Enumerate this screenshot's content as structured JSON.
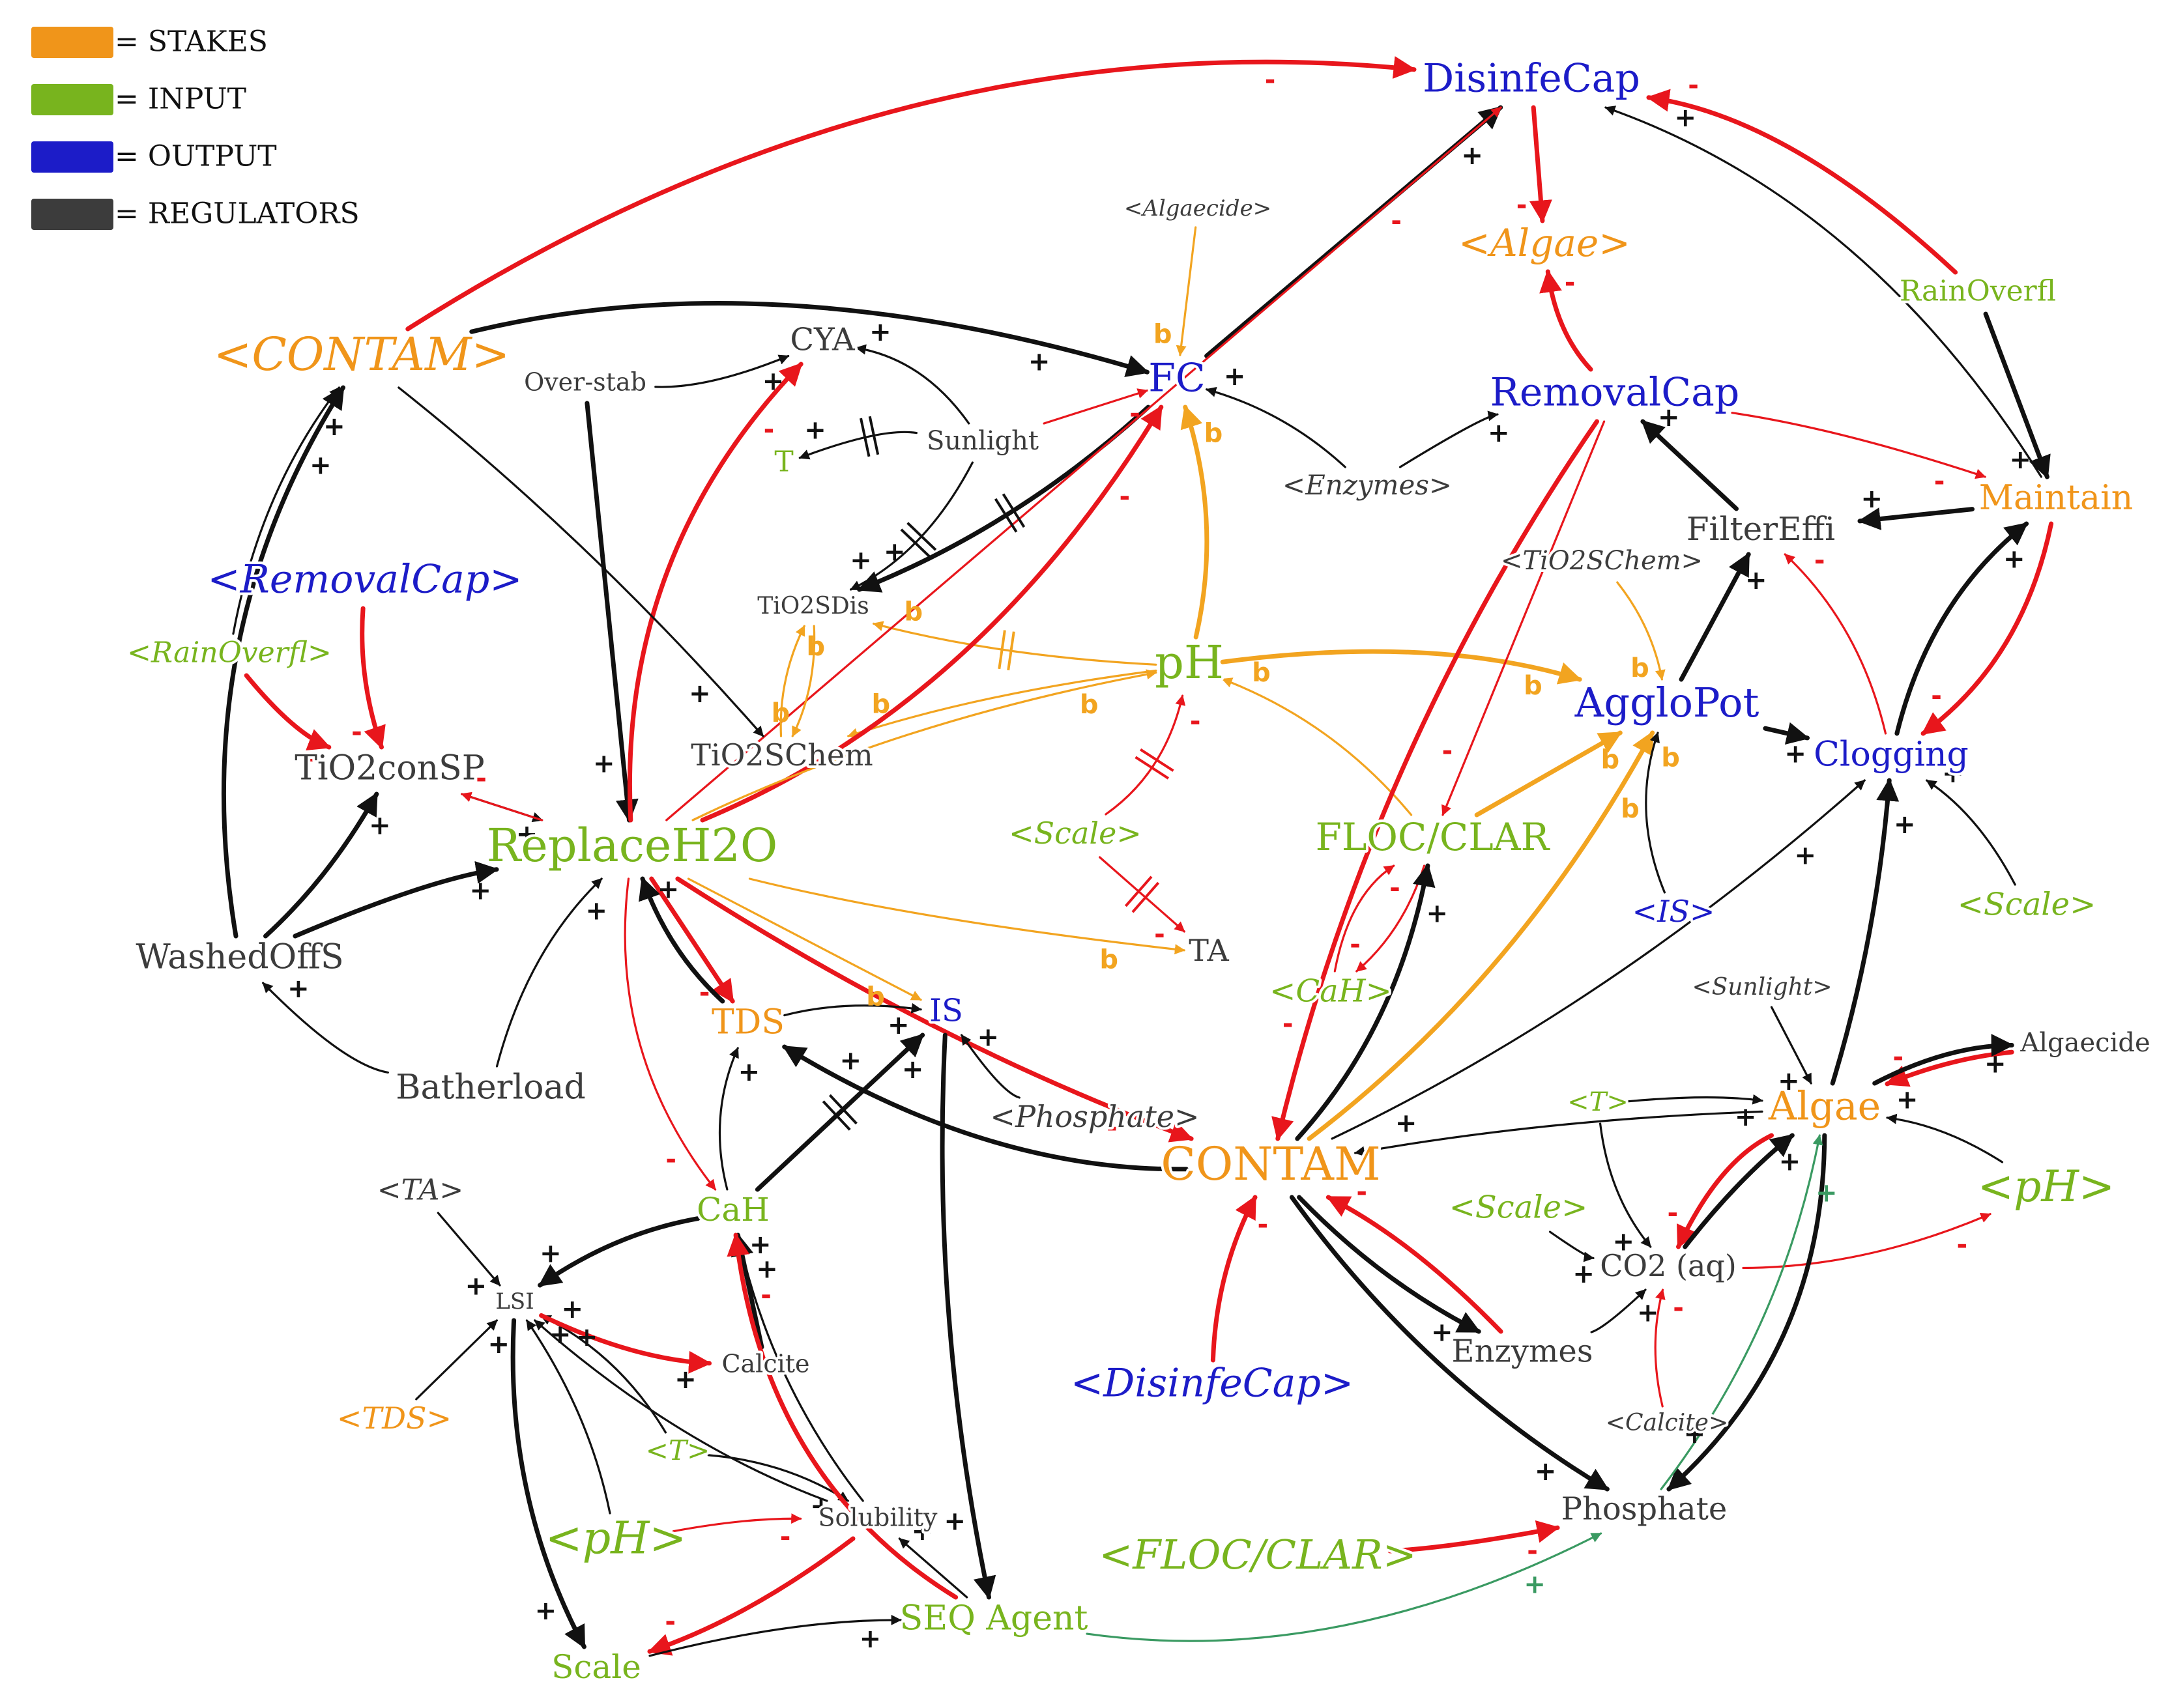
{
  "colors": {
    "stakes": "#f0951a",
    "input": "#78b41e",
    "output": "#1c1cc8",
    "regulator": "#3c3c3c",
    "red_link": "#e8161c",
    "black_link": "#111111",
    "orange_link": "#f2a420",
    "green_link": "#3a9a62"
  },
  "legend": [
    {
      "label": "= STAKES",
      "color": "#f0951a"
    },
    {
      "label": "= INPUT",
      "color": "#78b41e"
    },
    {
      "label": "= OUTPUT",
      "color": "#1c1cc8"
    },
    {
      "label": "= REGULATORS",
      "color": "#3c3c3c"
    }
  ],
  "nodes": [
    {
      "id": "disinfecap",
      "label": "DisinfeCap",
      "role": "output",
      "italic": false
    },
    {
      "id": "algae_shadow",
      "label": "<Algae>",
      "role": "stakes",
      "italic": true
    },
    {
      "id": "algaecide_shadow",
      "label": "<Algaecide>",
      "role": "regulator",
      "italic": true
    },
    {
      "id": "rainoverfl",
      "label": "RainOverfl",
      "role": "input",
      "italic": false
    },
    {
      "id": "contam_shadow",
      "label": "<CONTAM>",
      "role": "stakes",
      "italic": true
    },
    {
      "id": "overstab",
      "label": "Over-stab",
      "role": "regulator",
      "italic": false
    },
    {
      "id": "cya",
      "label": "CYA",
      "role": "regulator",
      "italic": false
    },
    {
      "id": "fc",
      "label": "FC",
      "role": "output",
      "italic": false
    },
    {
      "id": "removalcap",
      "label": "RemovalCap",
      "role": "output",
      "italic": false
    },
    {
      "id": "t",
      "label": "T",
      "role": "input",
      "italic": false
    },
    {
      "id": "sunlight",
      "label": "Sunlight",
      "role": "regulator",
      "italic": false
    },
    {
      "id": "enzymes_shadow",
      "label": "<Enzymes>",
      "role": "regulator",
      "italic": true
    },
    {
      "id": "maintain",
      "label": "Maintain",
      "role": "stakes",
      "italic": false
    },
    {
      "id": "filtereffi",
      "label": "FilterEffi",
      "role": "regulator",
      "italic": false
    },
    {
      "id": "removalcap_shadow",
      "label": "<RemovalCap>",
      "role": "output",
      "italic": true
    },
    {
      "id": "tio2sdis",
      "label": "TiO2SDis",
      "role": "regulator",
      "italic": false
    },
    {
      "id": "tio2schem_shadow",
      "label": "<TiO2SChem>",
      "role": "regulator",
      "italic": true
    },
    {
      "id": "rainoverfl_shadow",
      "label": "<RainOverfl>",
      "role": "input",
      "italic": true
    },
    {
      "id": "ph",
      "label": "pH",
      "role": "input",
      "italic": false
    },
    {
      "id": "agglopot",
      "label": "AggloPot",
      "role": "output",
      "italic": false
    },
    {
      "id": "tio2schem",
      "label": "TiO2SChem",
      "role": "regulator",
      "italic": false
    },
    {
      "id": "clogging",
      "label": "Clogging",
      "role": "output",
      "italic": false
    },
    {
      "id": "tio2consp",
      "label": "TiO2conSP",
      "role": "regulator",
      "italic": false
    },
    {
      "id": "replaceh2o",
      "label": "ReplaceH2O",
      "role": "input",
      "italic": false
    },
    {
      "id": "scale_shadow1",
      "label": "<Scale>",
      "role": "input",
      "italic": true
    },
    {
      "id": "flocclar",
      "label": "FLOC/CLAR",
      "role": "input",
      "italic": false
    },
    {
      "id": "is_shadow",
      "label": "<IS>",
      "role": "output",
      "italic": true
    },
    {
      "id": "scale_shadow2",
      "label": "<Scale>",
      "role": "input",
      "italic": true
    },
    {
      "id": "washedoffs",
      "label": "WashedOffS",
      "role": "regulator",
      "italic": false
    },
    {
      "id": "ta",
      "label": "TA",
      "role": "regulator",
      "italic": false
    },
    {
      "id": "cah_shadow",
      "label": "<CaH>",
      "role": "input",
      "italic": true
    },
    {
      "id": "sunlight_shadow",
      "label": "<Sunlight>",
      "role": "regulator",
      "italic": true
    },
    {
      "id": "tds",
      "label": "TDS",
      "role": "stakes",
      "italic": false
    },
    {
      "id": "is",
      "label": "IS",
      "role": "output",
      "italic": false
    },
    {
      "id": "algaecide",
      "label": "Algaecide",
      "role": "regulator",
      "italic": false
    },
    {
      "id": "batherload",
      "label": "Batherload",
      "role": "regulator",
      "italic": false
    },
    {
      "id": "phosphate_shadow",
      "label": "<Phosphate>",
      "role": "regulator",
      "italic": true
    },
    {
      "id": "t_shadow1",
      "label": "<T>",
      "role": "input",
      "italic": true
    },
    {
      "id": "algae",
      "label": "Algae",
      "role": "stakes",
      "italic": false
    },
    {
      "id": "contam",
      "label": "CONTAM",
      "role": "stakes",
      "italic": false
    },
    {
      "id": "ta_shadow",
      "label": "<TA>",
      "role": "regulator",
      "italic": true
    },
    {
      "id": "cah",
      "label": "CaH",
      "role": "input",
      "italic": false
    },
    {
      "id": "scale_shadow3",
      "label": "<Scale>",
      "role": "input",
      "italic": true
    },
    {
      "id": "ph_shadow1",
      "label": "<pH>",
      "role": "input",
      "italic": true
    },
    {
      "id": "co2",
      "label": "CO2 (aq)",
      "role": "regulator",
      "italic": false
    },
    {
      "id": "lsi",
      "label": "LSI",
      "role": "regulator",
      "italic": false
    },
    {
      "id": "calcite",
      "label": "Calcite",
      "role": "regulator",
      "italic": false
    },
    {
      "id": "enzymes",
      "label": "Enzymes",
      "role": "regulator",
      "italic": false
    },
    {
      "id": "disinfecap_shadow",
      "label": "<DisinfeCap>",
      "role": "output",
      "italic": true
    },
    {
      "id": "tds_shadow",
      "label": "<TDS>",
      "role": "stakes",
      "italic": true
    },
    {
      "id": "calcite_shadow",
      "label": "<Calcite>",
      "role": "regulator",
      "italic": true
    },
    {
      "id": "t_shadow2",
      "label": "<T>",
      "role": "input",
      "italic": true
    },
    {
      "id": "solubility",
      "label": "Solubility",
      "role": "regulator",
      "italic": false
    },
    {
      "id": "ph_shadow2",
      "label": "<pH>",
      "role": "input",
      "italic": true
    },
    {
      "id": "flocclar_shadow",
      "label": "<FLOC/CLAR>",
      "role": "input",
      "italic": true
    },
    {
      "id": "phosphate",
      "label": "Phosphate",
      "role": "regulator",
      "italic": false
    },
    {
      "id": "seqagent",
      "label": "SEQ Agent",
      "role": "input",
      "italic": false
    },
    {
      "id": "scale",
      "label": "Scale",
      "role": "input",
      "italic": false
    }
  ],
  "links": [
    {
      "from": "contam_shadow",
      "to": "disinfecap",
      "polarity": "-",
      "color": "red"
    },
    {
      "from": "contam_shadow",
      "to": "fc",
      "polarity": "+",
      "color": "black"
    },
    {
      "from": "fc",
      "to": "disinfecap",
      "polarity": "+",
      "color": "black"
    },
    {
      "from": "disinfecap",
      "to": "algae_shadow",
      "polarity": "-",
      "color": "red"
    },
    {
      "from": "removalcap",
      "to": "algae_shadow",
      "polarity": "-",
      "color": "red"
    },
    {
      "from": "rainoverfl",
      "to": "disinfecap",
      "polarity": "-",
      "color": "red"
    },
    {
      "from": "rainoverfl",
      "to": "maintain",
      "polarity": "+",
      "color": "black"
    },
    {
      "from": "maintain",
      "to": "disinfecap",
      "polarity": "+",
      "color": "black"
    },
    {
      "from": "algaecide_shadow",
      "to": "fc",
      "polarity": "b",
      "color": "orange"
    },
    {
      "from": "overstab",
      "to": "cya",
      "polarity": "+",
      "color": "black"
    },
    {
      "from": "overstab",
      "to": "replaceh2o",
      "polarity": "+",
      "color": "black"
    },
    {
      "from": "sunlight",
      "to": "cya",
      "polarity": "+",
      "color": "black"
    },
    {
      "from": "sunlight",
      "to": "t",
      "polarity": "+",
      "color": "black"
    },
    {
      "from": "sunlight",
      "to": "fc",
      "polarity": "-",
      "color": "red"
    },
    {
      "from": "sunlight",
      "to": "tio2sdis",
      "polarity": "+",
      "color": "black"
    },
    {
      "from": "fc",
      "to": "tio2sdis",
      "polarity": "+",
      "color": "black"
    },
    {
      "from": "enzymes_shadow",
      "to": "fc",
      "polarity": "+",
      "color": "black"
    },
    {
      "from": "enzymes_shadow",
      "to": "removalcap",
      "polarity": "+",
      "color": "black"
    },
    {
      "from": "removalcap",
      "to": "maintain",
      "polarity": "-",
      "color": "red"
    },
    {
      "from": "maintain",
      "to": "filtereffi",
      "polarity": "+",
      "color": "black"
    },
    {
      "from": "filtereffi",
      "to": "removalcap",
      "polarity": "+",
      "color": "black"
    },
    {
      "from": "ph",
      "to": "fc",
      "polarity": "b",
      "color": "orange"
    },
    {
      "from": "ph",
      "to": "tio2sdis",
      "polarity": "b",
      "color": "orange"
    },
    {
      "from": "ph",
      "to": "tio2schem",
      "polarity": "b",
      "color": "orange"
    },
    {
      "from": "ph",
      "to": "agglopot",
      "polarity": "b",
      "color": "orange"
    },
    {
      "from": "tio2schem_shadow",
      "to": "agglopot",
      "polarity": "b",
      "color": "orange"
    },
    {
      "from": "agglopot",
      "to": "filtereffi",
      "polarity": "+",
      "color": "black"
    },
    {
      "from": "agglopot",
      "to": "clogging",
      "polarity": "+",
      "color": "black"
    },
    {
      "from": "clogging",
      "to": "filtereffi",
      "polarity": "-",
      "color": "red"
    },
    {
      "from": "clogging",
      "to": "maintain",
      "polarity": "+",
      "color": "black"
    },
    {
      "from": "maintain",
      "to": "clogging",
      "polarity": "-",
      "color": "red"
    },
    {
      "from": "removalcap_shadow",
      "to": "tio2consp",
      "polarity": "-",
      "color": "red"
    },
    {
      "from": "rainoverfl_shadow",
      "to": "tio2consp",
      "polarity": "-",
      "color": "red"
    },
    {
      "from": "rainoverfl_shadow",
      "to": "contam_shadow",
      "polarity": "+",
      "color": "black"
    },
    {
      "from": "tio2consp",
      "to": "replaceh2o",
      "polarity": "+",
      "color": "black"
    },
    {
      "from": "replaceh2o",
      "to": "tio2consp",
      "polarity": "-",
      "color": "red"
    },
    {
      "from": "replaceh2o",
      "to": "cya",
      "polarity": "-",
      "color": "red"
    },
    {
      "from": "replaceh2o",
      "to": "fc",
      "polarity": "-",
      "color": "red"
    },
    {
      "from": "replaceh2o",
      "to": "ph",
      "polarity": "b",
      "color": "orange"
    },
    {
      "from": "replaceh2o",
      "to": "ta",
      "polarity": "b",
      "color": "orange"
    },
    {
      "from": "replaceh2o",
      "to": "is",
      "polarity": "b",
      "color": "orange"
    },
    {
      "from": "replaceh2o",
      "to": "tds",
      "polarity": "-",
      "color": "red"
    },
    {
      "from": "replaceh2o",
      "to": "contam",
      "polarity": "-",
      "color": "red"
    },
    {
      "from": "replaceh2o",
      "to": "cah",
      "polarity": "-",
      "color": "red"
    },
    {
      "from": "replaceh2o",
      "to": "disinfecap",
      "polarity": "-",
      "color": "red"
    },
    {
      "from": "scale_shadow1",
      "to": "ph",
      "polarity": "-",
      "color": "red"
    },
    {
      "from": "scale_shadow1",
      "to": "ta",
      "polarity": "-",
      "color": "red"
    },
    {
      "from": "flocclar",
      "to": "ph",
      "polarity": "b",
      "color": "orange"
    },
    {
      "from": "flocclar",
      "to": "agglopot",
      "polarity": "b",
      "color": "orange"
    },
    {
      "from": "removalcap",
      "to": "contam",
      "polarity": "-",
      "color": "red"
    },
    {
      "from": "removalcap",
      "to": "flocclar",
      "polarity": "-",
      "color": "red"
    },
    {
      "from": "cah_shadow",
      "to": "flocclar",
      "polarity": "-",
      "color": "red"
    },
    {
      "from": "flocclar",
      "to": "cah_shadow",
      "polarity": "-",
      "color": "red"
    },
    {
      "from": "contam",
      "to": "flocclar",
      "polarity": "+",
      "color": "black"
    },
    {
      "from": "contam",
      "to": "agglopot",
      "polarity": "b",
      "color": "orange"
    },
    {
      "from": "contam",
      "to": "clogging",
      "polarity": "+",
      "color": "black"
    },
    {
      "from": "is_shadow",
      "to": "agglopot",
      "polarity": "b",
      "color": "black"
    },
    {
      "from": "scale_shadow2",
      "to": "clogging",
      "polarity": "+",
      "color": "black"
    },
    {
      "from": "algae",
      "to": "clogging",
      "polarity": "+",
      "color": "black"
    },
    {
      "from": "washedoffs",
      "to": "contam_shadow",
      "polarity": "+",
      "color": "black"
    },
    {
      "from": "washedoffs",
      "to": "tio2consp",
      "polarity": "+",
      "color": "black"
    },
    {
      "from": "washedoffs",
      "to": "replaceh2o",
      "polarity": "+",
      "color": "black"
    },
    {
      "from": "batherload",
      "to": "washedoffs",
      "polarity": "+",
      "color": "black"
    },
    {
      "from": "batherload",
      "to": "replaceh2o",
      "polarity": "+",
      "color": "black"
    },
    {
      "from": "tds",
      "to": "replaceh2o",
      "polarity": "+",
      "color": "black"
    },
    {
      "from": "tds",
      "to": "is",
      "polarity": "+",
      "color": "black"
    },
    {
      "from": "cah",
      "to": "tds",
      "polarity": "+",
      "color": "black"
    },
    {
      "from": "cah",
      "to": "is",
      "polarity": "+",
      "color": "black"
    },
    {
      "from": "contam",
      "to": "tds",
      "polarity": "+",
      "color": "black"
    },
    {
      "from": "phosphate_shadow",
      "to": "is",
      "polarity": "+",
      "color": "black"
    },
    {
      "from": "is",
      "to": "seqagent",
      "polarity": "+",
      "color": "black"
    },
    {
      "from": "algaecide",
      "to": "algae",
      "polarity": "-",
      "color": "red"
    },
    {
      "from": "algae",
      "to": "algaecide",
      "polarity": "+",
      "color": "black"
    },
    {
      "from": "sunlight_shadow",
      "to": "algae",
      "polarity": "+",
      "color": "black"
    },
    {
      "from": "t_shadow1",
      "to": "algae",
      "polarity": "+",
      "color": "black"
    },
    {
      "from": "t_shadow1",
      "to": "co2",
      "polarity": "+",
      "color": "black"
    },
    {
      "from": "algae",
      "to": "contam",
      "polarity": "+",
      "color": "black"
    },
    {
      "from": "algae",
      "to": "co2",
      "polarity": "-",
      "color": "red"
    },
    {
      "from": "co2",
      "to": "algae",
      "polarity": "+",
      "color": "black"
    },
    {
      "from": "co2",
      "to": "ph_shadow1",
      "polarity": "-",
      "color": "red"
    },
    {
      "from": "ph_shadow1",
      "to": "algae",
      "polarity": "+",
      "color": "black"
    },
    {
      "from": "algae",
      "to": "phosphate",
      "polarity": "+",
      "color": "black"
    },
    {
      "from": "phosphate",
      "to": "algae",
      "polarity": "+",
      "color": "green"
    },
    {
      "from": "scale_shadow3",
      "to": "co2",
      "polarity": "+",
      "color": "black"
    },
    {
      "from": "enzymes",
      "to": "contam",
      "polarity": "-",
      "color": "red"
    },
    {
      "from": "contam",
      "to": "enzymes",
      "polarity": "+",
      "color": "black"
    },
    {
      "from": "enzymes",
      "to": "co2",
      "polarity": "+",
      "color": "black"
    },
    {
      "from": "calcite_shadow",
      "to": "co2",
      "polarity": "-",
      "color": "red"
    },
    {
      "from": "contam",
      "to": "phosphate",
      "polarity": "+",
      "color": "black"
    },
    {
      "from": "disinfecap_shadow",
      "to": "contam",
      "polarity": "-",
      "color": "red"
    },
    {
      "from": "flocclar_shadow",
      "to": "phosphate",
      "polarity": "-",
      "color": "red"
    },
    {
      "from": "seqagent",
      "to": "phosphate",
      "polarity": "+",
      "color": "green"
    },
    {
      "from": "ta_shadow",
      "to": "lsi",
      "polarity": "+",
      "color": "black"
    },
    {
      "from": "cah",
      "to": "lsi",
      "polarity": "+",
      "color": "black"
    },
    {
      "from": "tds_shadow",
      "to": "lsi",
      "polarity": "+",
      "color": "black"
    },
    {
      "from": "t_shadow2",
      "to": "lsi",
      "polarity": "+",
      "color": "black"
    },
    {
      "from": "t_shadow2",
      "to": "solubility",
      "polarity": "+",
      "color": "black"
    },
    {
      "from": "ph_shadow2",
      "to": "lsi",
      "polarity": "+",
      "color": "black"
    },
    {
      "from": "ph_shadow2",
      "to": "solubility",
      "polarity": "-",
      "color": "red"
    },
    {
      "from": "lsi",
      "to": "calcite",
      "polarity": "+",
      "color": "red"
    },
    {
      "from": "lsi",
      "to": "scale",
      "polarity": "+",
      "color": "black"
    },
    {
      "from": "calcite",
      "to": "cah",
      "polarity": "+",
      "color": "black"
    },
    {
      "from": "solubility",
      "to": "cah",
      "polarity": "+",
      "color": "black"
    },
    {
      "from": "solubility",
      "to": "scale",
      "polarity": "-",
      "color": "red"
    },
    {
      "from": "seqagent",
      "to": "cah",
      "polarity": "-",
      "color": "red"
    },
    {
      "from": "seqagent",
      "to": "solubility",
      "polarity": "+",
      "color": "black"
    },
    {
      "from": "scale",
      "to": "seqagent",
      "polarity": "+",
      "color": "black"
    },
    {
      "from": "solubility",
      "to": "lsi",
      "polarity": "+",
      "color": "black"
    },
    {
      "from": "contam_shadow",
      "to": "tio2schem",
      "polarity": "+",
      "color": "black"
    },
    {
      "from": "tio2sdis",
      "to": "tio2schem",
      "polarity": "b",
      "color": "orange"
    },
    {
      "from": "tio2schem",
      "to": "tio2sdis",
      "polarity": "b",
      "color": "orange"
    }
  ]
}
